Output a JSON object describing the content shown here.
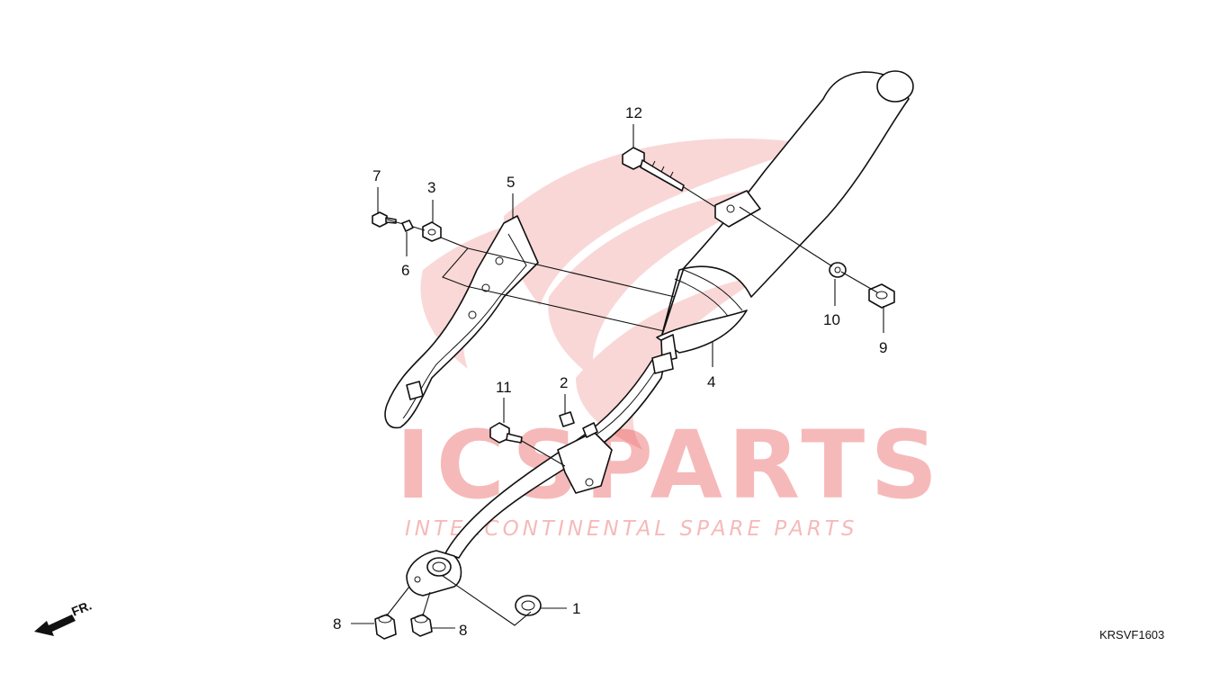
{
  "watermark": {
    "brand_main": "ICSPARTS",
    "brand_sub": "INTERCONTINENTAL SPARE PARTS",
    "red": "#e83a3a",
    "grey": "#b9b9b9",
    "wing_pink": "#f5b8b8"
  },
  "direction_indicator": {
    "label": "FR."
  },
  "diagram_code": "KRSVF1603",
  "callouts": {
    "c1": "1",
    "c2": "2",
    "c3": "3",
    "c4": "4",
    "c5": "5",
    "c6": "6",
    "c7": "7",
    "c8a": "8",
    "c8b": "8",
    "c9": "9",
    "c10": "10",
    "c11": "11",
    "c12": "12"
  }
}
